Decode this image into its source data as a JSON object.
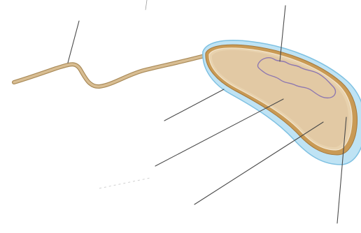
{
  "diagram": {
    "subject": "bacterial-cell",
    "labels_shown": false,
    "colors": {
      "background": "#ffffff",
      "capsule": "#bfe3f4",
      "capsule_edge": "#7fc1e2",
      "cell_wall": "#c99a55",
      "cytoplasm": "#e2c9a4",
      "nucleoid": "#8e78b0",
      "flagellum": "#d8bd92",
      "flagellum_edge": "#a98a58",
      "leader_line": "#4a4a4a"
    },
    "leader_lines": [
      {
        "name": "leader-line-flagellum"
      },
      {
        "name": "leader-line-nucleoid"
      },
      {
        "name": "leader-line-cytoplasm"
      },
      {
        "name": "leader-line-capsule"
      },
      {
        "name": "leader-line-cell-wall"
      },
      {
        "name": "leader-line-plasma-membrane"
      },
      {
        "name": "leader-line-outer-layer"
      }
    ]
  }
}
